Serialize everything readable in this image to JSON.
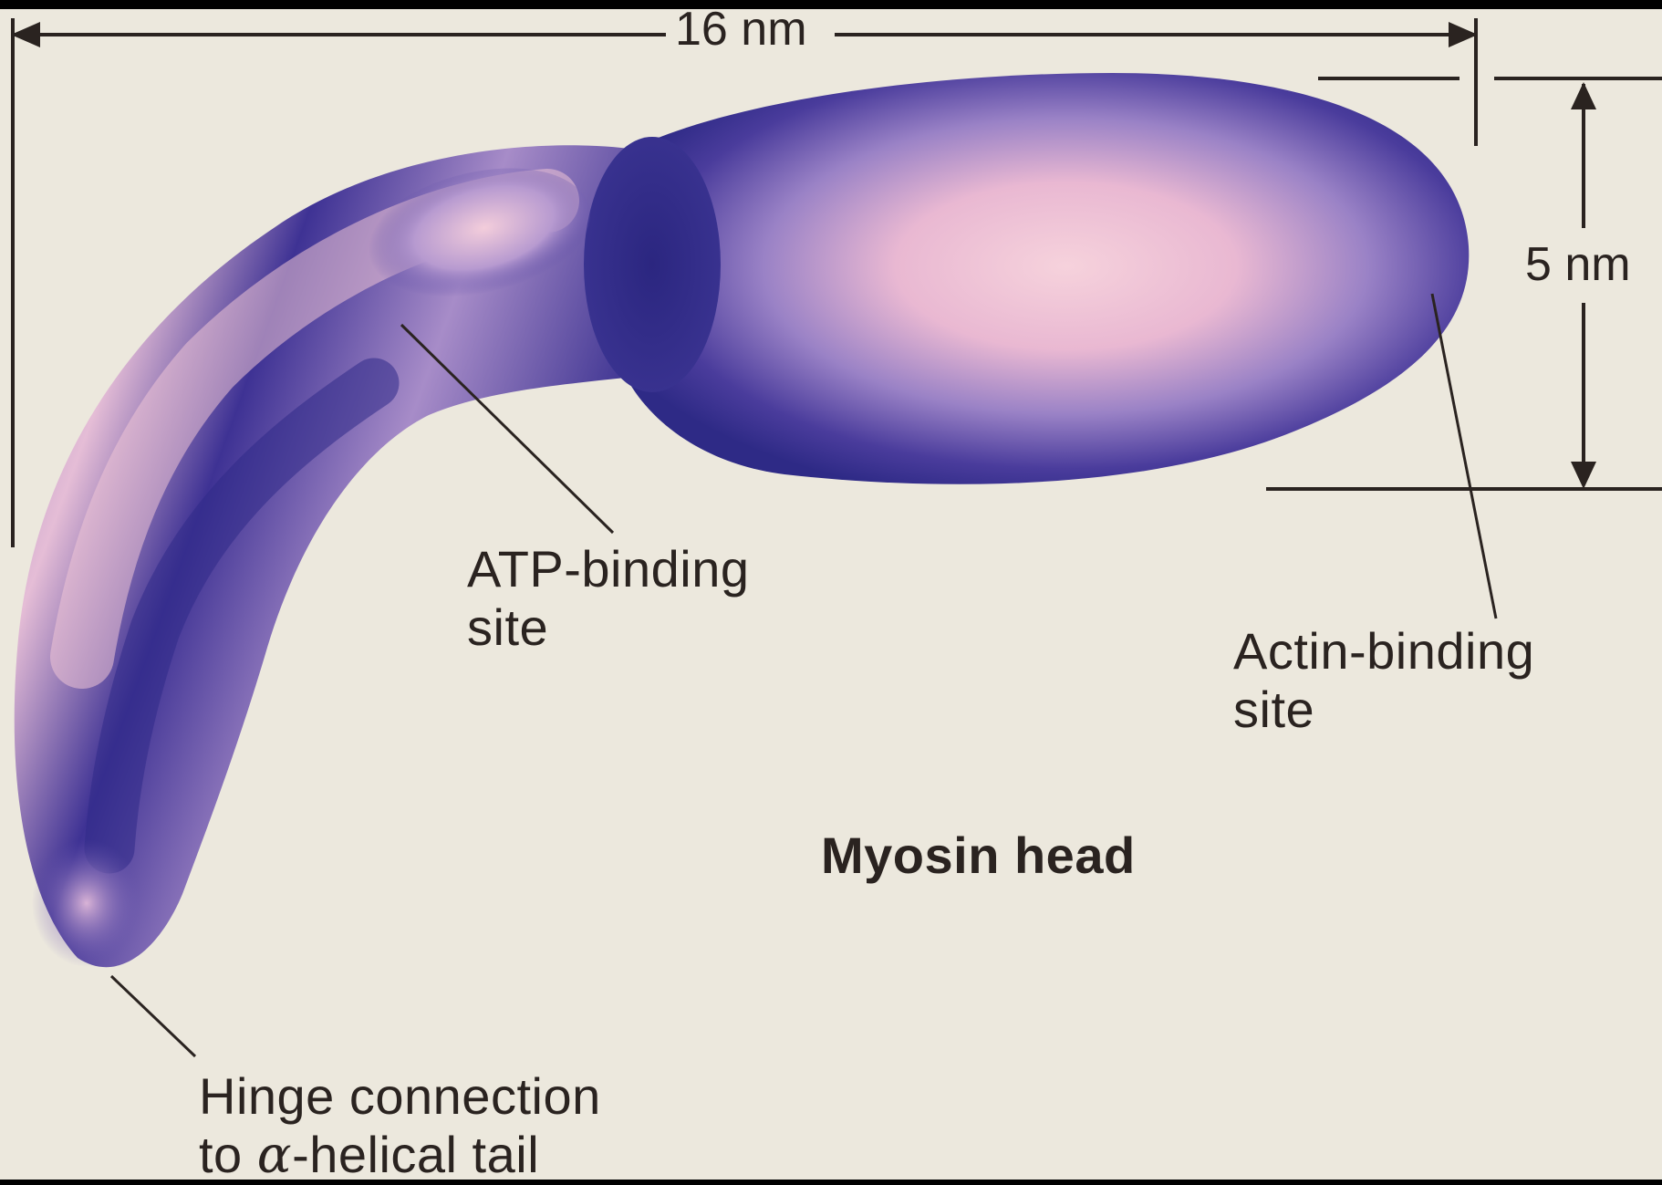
{
  "dimensions": {
    "length_label": "16 nm",
    "width_label": "5 nm"
  },
  "labels": {
    "atp_line1": "ATP-binding",
    "atp_line2": "site",
    "actin_line1": "Actin-binding",
    "actin_line2": "site",
    "title": "Myosin head",
    "hinge_line1": "Hinge connection",
    "hinge_line2_prefix": "to ",
    "hinge_line2_greek": "α",
    "hinge_line2_suffix": "-helical tail"
  },
  "colors": {
    "background": "#ece8dd",
    "body_dark": "#2e2a86",
    "body_mid": "#6a58b0",
    "body_light": "#f2c8d8",
    "ink": "#2a2320"
  }
}
